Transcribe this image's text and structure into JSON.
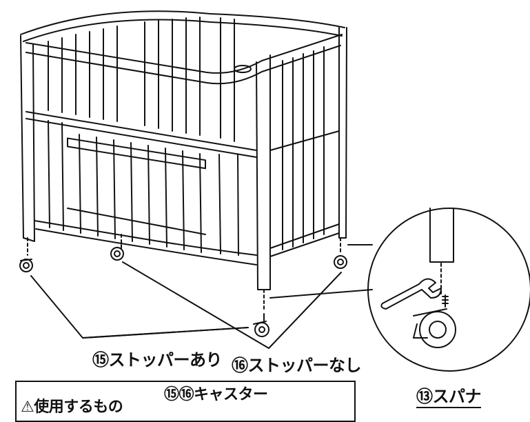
{
  "labels": {
    "caster_with_stopper": "⑮ストッパーあり",
    "caster_without_stopper": "⑯ストッパーなし",
    "spanner": "⑬スパナ"
  },
  "notice": {
    "text": "⚠使用するもの",
    "caster_title": "⑮⑯キャスター"
  },
  "colors": {
    "line": "#111111",
    "background": "#ffffff"
  }
}
